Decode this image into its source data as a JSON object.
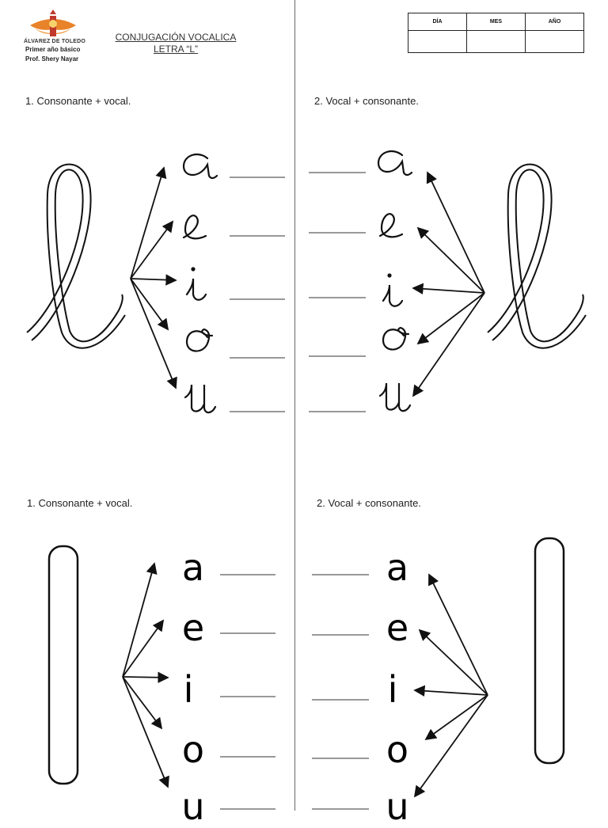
{
  "header": {
    "school_name": "ÁLVAREZ DE TOLEDO",
    "grade": "Primer año básico",
    "teacher": "Prof. Shery Nayar",
    "title_line1": "CONJUGACIÓN VOCALICA",
    "title_line2": "LETRA “L”"
  },
  "date_table": {
    "headers": [
      "DÍA",
      "MES",
      "AÑO"
    ]
  },
  "exercises": {
    "left_top_instruction": "1. Consonante + vocal.",
    "right_top_instruction": "2. Vocal + consonante.",
    "left_bottom_instruction": "1. Consonante + vocal.",
    "right_bottom_instruction": "2. Vocal + consonante."
  },
  "vowels": [
    "a",
    "e",
    "i",
    "o",
    "u"
  ],
  "colors": {
    "ink": "#111111",
    "logo_orange": "#e2731d",
    "logo_red": "#c0392b"
  }
}
